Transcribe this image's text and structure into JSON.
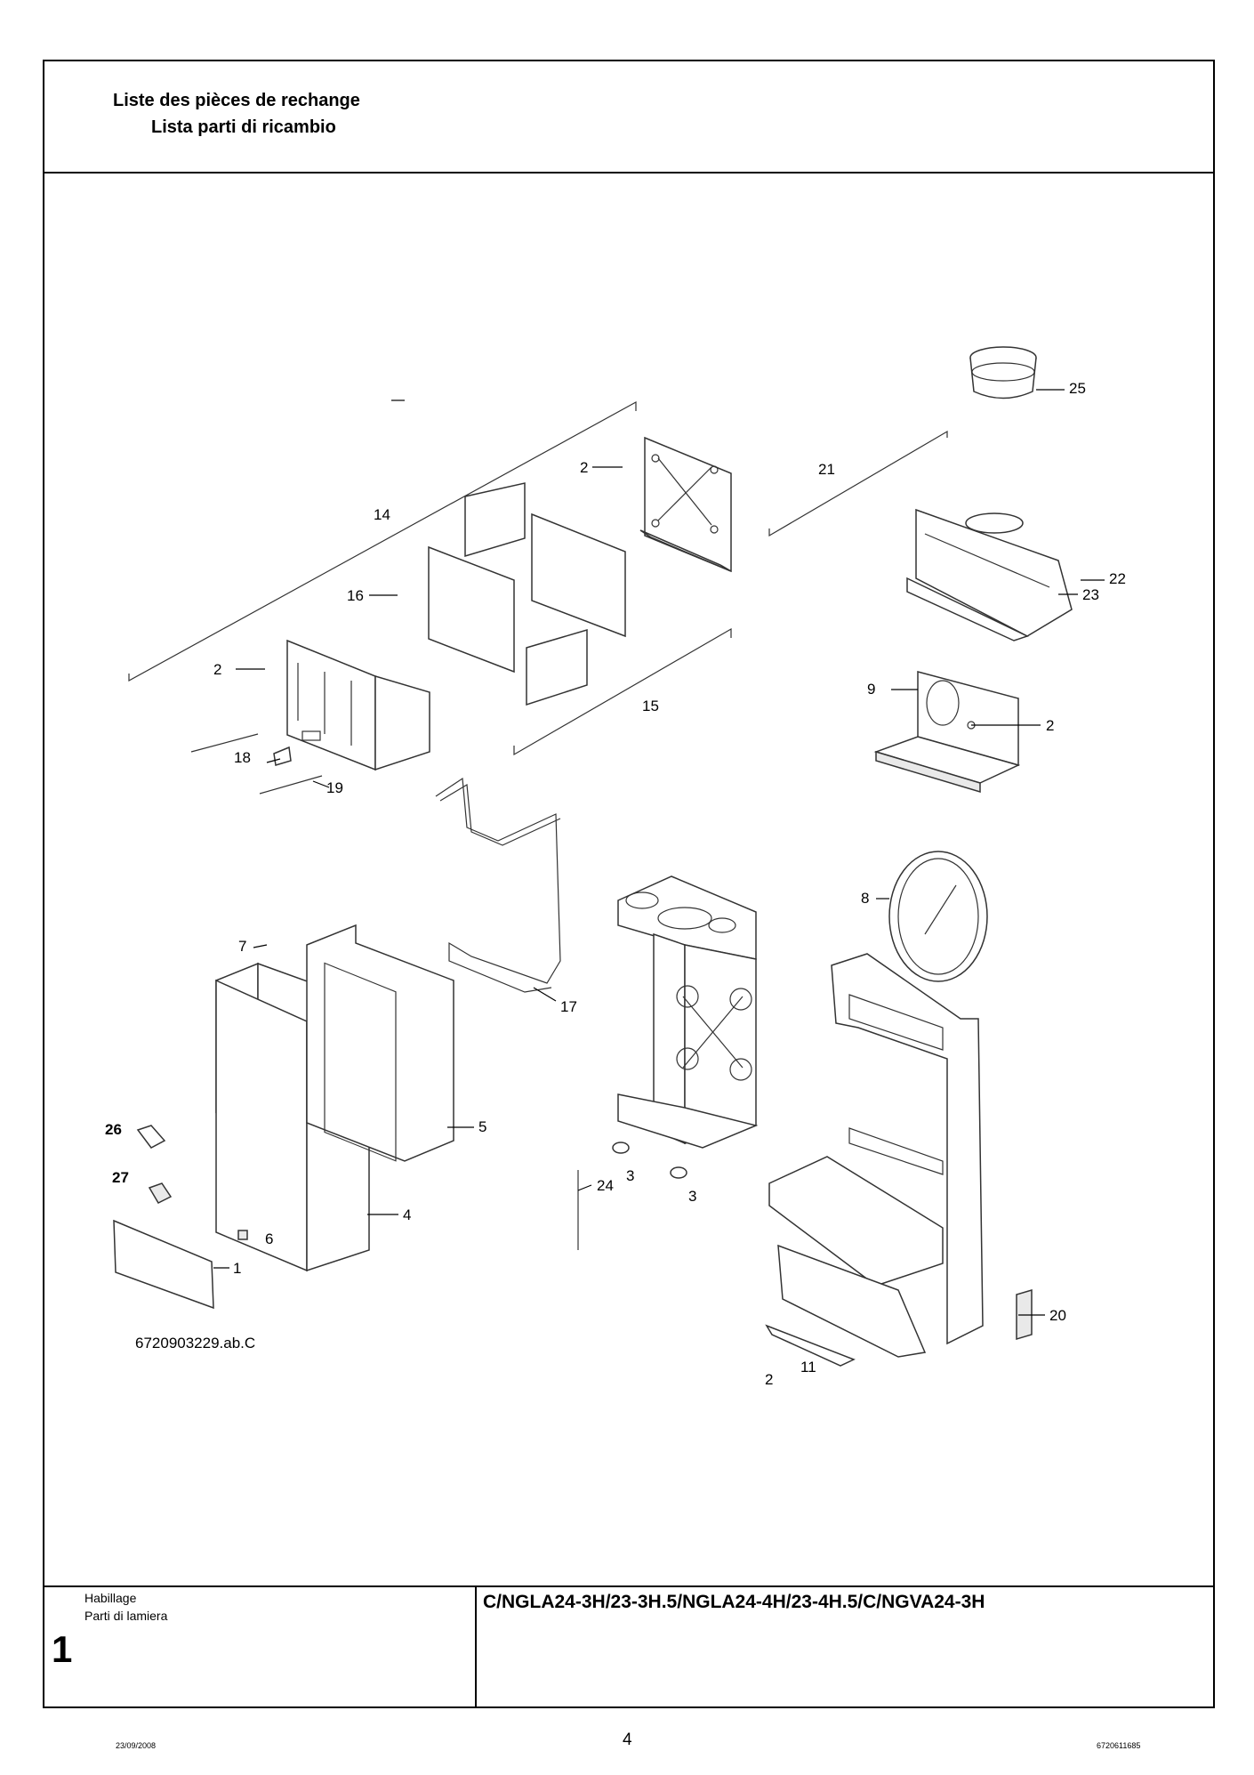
{
  "header": {
    "title_fr": "Liste des pièces de rechange",
    "title_it": "Lista parti di ricambio"
  },
  "drawing": {
    "reference": "6720903229.ab.C",
    "part_labels": {
      "p1": "1",
      "p2a": "2",
      "p2b": "2",
      "p2c": "2",
      "p2d": "2",
      "p3a": "3",
      "p3b": "3",
      "p4": "4",
      "p5": "5",
      "p6": "6",
      "p7": "7",
      "p8": "8",
      "p9": "9",
      "p11": "11",
      "p14": "14",
      "p15": "15",
      "p16": "16",
      "p17": "17",
      "p18": "18",
      "p19": "19",
      "p20": "20",
      "p21": "21",
      "p22": "22",
      "p23": "23",
      "p24": "24",
      "p25": "25",
      "p26": "26",
      "p27": "27"
    }
  },
  "footer": {
    "section_fr": "Habillage",
    "section_it": "Parti di lamiera",
    "section_number": "1",
    "models": "C/NGLA24-3H/23-3H.5/NGLA24-4H/23-4H.5/C/NGVA24-3H"
  },
  "page": {
    "date": "23/09/2008",
    "number": "4",
    "doc_id": "6720611685"
  }
}
